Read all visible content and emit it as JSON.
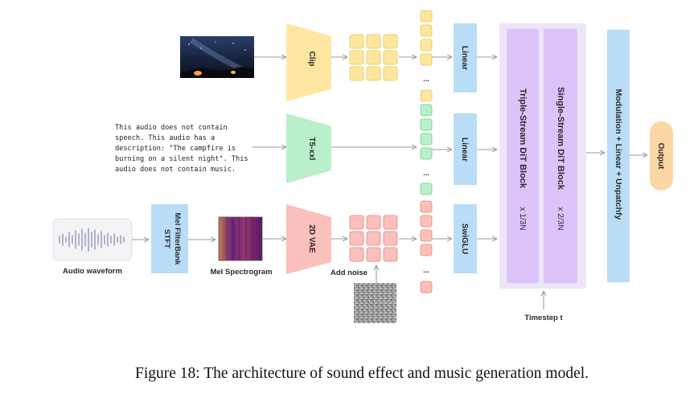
{
  "labels": {
    "clip": "Clip",
    "t5": "T5-xxl",
    "vae": "2D VAE",
    "linear1": "Linear",
    "linear2": "Linear",
    "swiglu": "SwiGLU",
    "stft_line1": "STFT",
    "stft_line2": "Mel FilterBank",
    "audio_waveform": "Audio waveform",
    "mel_spectrogram": "Mel Spectrogram",
    "add_noise": "Add noise",
    "timestep": "Timestep t",
    "triple_title": "Triple-Stream DiT Block",
    "triple_count": "x 1/3N",
    "single_title": "Single-Stream DiT Block",
    "single_count": "x 2/3N",
    "modulation": "Modulation + Linear + Unpatchfy",
    "output": "Output",
    "ellipsis": "..."
  },
  "text_prompt": [
    "This audio does not contain",
    "speech. This audio has a",
    "description: \"The campfire is",
    "burning on a silent night\". This",
    "audio does not contain music."
  ],
  "caption": "Figure 18: The architecture of sound effect and music generation model.",
  "colors": {
    "clip": "#fde7a0",
    "t5": "#b9efcb",
    "vae": "#fbc0bb",
    "linear": "#b9dcf7",
    "dit": "#dcc4fa",
    "dit_bg": "#ede5f7",
    "output": "#fbd7a6",
    "token_yellow": "#fde7a0",
    "token_green": "#b9efcb",
    "token_red": "#fbc0bb"
  }
}
